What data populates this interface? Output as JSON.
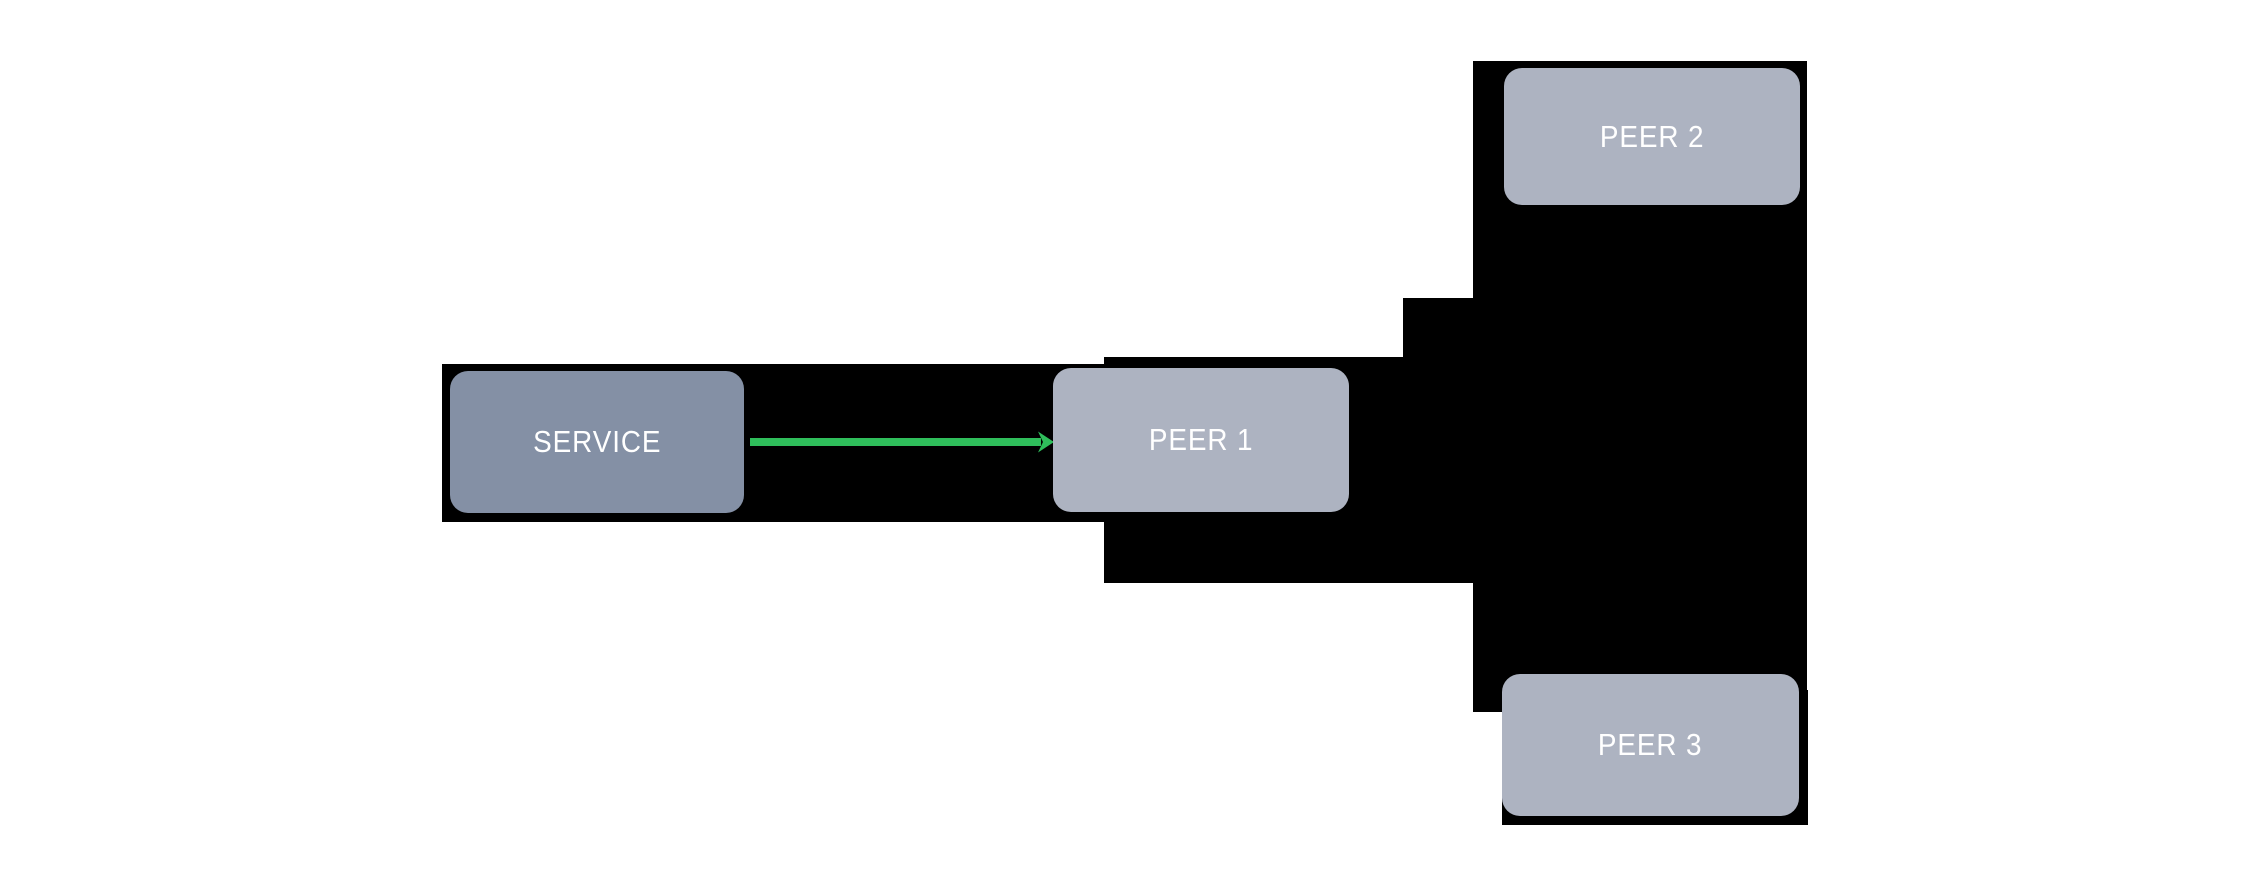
{
  "diagram": {
    "background_color": "#ffffff",
    "connector_fill": "#000000",
    "nodes": [
      {
        "id": "service",
        "label": "SERVICE",
        "fill": "#8490a5",
        "text_color": "#ffffff"
      },
      {
        "id": "peer1",
        "label": "PEER 1",
        "fill": "#adb3c1",
        "text_color": "#ffffff"
      },
      {
        "id": "peer2",
        "label": "PEER 2",
        "fill": "#adb3c1",
        "text_color": "#ffffff"
      },
      {
        "id": "peer3",
        "label": "PEER 3",
        "fill": "#adb3c1",
        "text_color": "#ffffff"
      }
    ],
    "arrow": {
      "from": "SERVICE",
      "to": "PEER 1",
      "color": "#2fbe5b"
    },
    "connections": [
      {
        "from": "SERVICE",
        "to": "PEER 1",
        "style": "green-arrow"
      },
      {
        "from": "PEER 1",
        "to": "PEER 2",
        "style": "black-band"
      },
      {
        "from": "PEER 1",
        "to": "PEER 3",
        "style": "black-band"
      }
    ]
  }
}
